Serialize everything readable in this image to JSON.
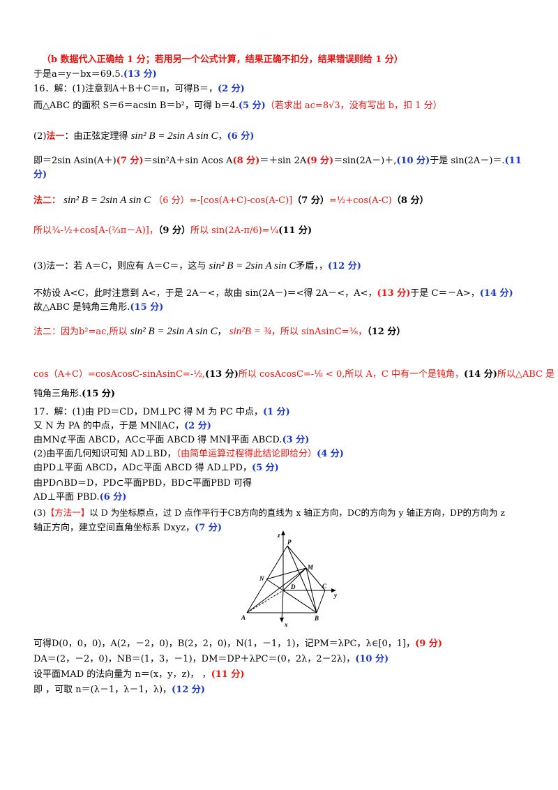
{
  "lines": {
    "l1": "（b  数据代入正确给 1 分；若用另一个公式计算，结果正确不扣分，结果错误则给 1 分）",
    "l2_text": "于是a＝y－bx＝69.5.",
    "l2_score": "(13 分)",
    "l3_text": "16．解：(1)注意到A＋B＋C＝π，可得B＝，",
    "l3_score": "(2 分)",
    "l4_text": "而△ABC 的面积 S＝6＝acsin  B＝b²，可得 b＝4.",
    "l4_score": "(5 分)",
    "l4_note": "（若求出 ac=8√3，没有写出 b，扣 1 分）",
    "l5_label": "(2)",
    "l5_method": "法一",
    "l5_text": "：由正弦定理得",
    "l5_formula": "sin² B = 2sin A sin C",
    "l5_score": "(6 分)",
    "l6_a": "即＝2sin  Asin(A＋)",
    "l6_s1": "(7 分)",
    "l6_b": "＝sin²A＋sin  Acos  A",
    "l6_s2": "(8 分)",
    "l6_c": "＝＋sin  2A",
    "l6_s3": "(9 分)",
    "l6_d": "＝sin(2A－)＋,",
    "l6_s4": "(10 分)",
    "l6_e": "于是 sin(2A－)＝.",
    "l6_s5": "(11",
    "l6_s5b": "分)",
    "l8_method": "法二：",
    "l8_formula": "sin² B = 2sin A sin C",
    "l8_a": "（6 分）=-[cos(A+C)-cos(A-C)]",
    "l8_s1": "（7 分）",
    "l8_b": "=½+cos(A-C)",
    "l8_s2": "（8 分）",
    "l9_a": "所以¾-½+cos[A-(⅔π－A)]，",
    "l9_s1": "（9 分）",
    "l9_b": "所以 sin(2A-π/6)=¼",
    "l9_s2": "(11 分)",
    "l10_a": "(3)法一：若 A＝C，则应有 A＝C＝，这与",
    "l10_formula": "sin² B = 2sin A sin C",
    "l10_b": "矛盾，",
    "l10_score": "(12 分)",
    "l11_a": "不妨设 A<C，此时注意到 A<，于是 2A－<，故由 sin(2A－)＝<得 2A－<，A<，",
    "l11_s1": "(13 分)",
    "l11_b": "于是 C＝－A>，",
    "l11_s2": "(14 分)",
    "l12_a": "故△ABC 是钝角三角形.",
    "l12_s": "(15 分)",
    "l13_a": "法二：因为b²=ac,所以",
    "l13_formula": "sin² B = 2sin A sin C",
    "l13_b": "sin²B = ¾",
    "l13_c": "，所以 sinAsinC=⅜，",
    "l13_s": "（12 分）",
    "l14_a": "cos（A+C）=cosAcosC-sinAsinC=-½,",
    "l14_s1": "(13 分)",
    "l14_b": "所以 cosAcosC=-⅛ < 0,所以 A，C 中有一个是钝角，",
    "l14_s2": "(14 分)",
    "l14_c": "所以△ABC 是",
    "l15_a": "钝角三角形.",
    "l15_s": "(15 分)",
    "l16_a": "17．解：(1)由 PD＝CD，DM⊥PC 得 M 为 PC 中点，",
    "l16_s": "(1 分)",
    "l17_a": "又 N 为 PA 的中点，于是 MN∥AC，",
    "l17_s": "(2 分)",
    "l18_a": "由MN⊄平面 ABCD，AC⊂平面 ABCD 得 MN∥平面 ABCD.",
    "l18_s": "(3 分)",
    "l19_a": "(2)由平面几何知识可知 AD⊥BD，",
    "l19_note": "（由简单运算过程得此结论即给分）",
    "l19_s": "(4 分)",
    "l20_a": "由PD⊥平面 ABCD，AD⊂平面 ABCD 得 AD⊥PD，",
    "l20_s": "(5 分)",
    "l21_a": "由PD∩BD＝D，PD⊂平面PBD，BD⊂平面PBD 可得",
    "l22_a": "AD⊥平面 PBD.",
    "l22_s": "(6 分)",
    "l23_label": "(3)",
    "l23_method": "【方法一】",
    "l23_a": "以 D 为坐标原点，过 D 点作平行于CB方向的直线为 x 轴正方向，DC的方向为 y 轴正方向，DP的方向为 z",
    "l24_a": "轴正方向，建立空间直角坐标系 Dxyz，",
    "l24_s": "(7 分)",
    "l25_a": "可得D(0，0，0)，A(2，－2，0)，B(2，2，0)，N(1，－1，1)，记PM＝λPC，λ∈[0，1]，",
    "l25_s": "(9 分)",
    "l26_a": "DA＝(2，－2，0)，NB＝(1，3，－1)，DM＝DP＋λPC＝(0，2λ，2－2λ)，",
    "l26_s": "(10 分)",
    "l27_a": "设平面MAD 的法向量为 n＝(x，y，z)，  ，",
    "l27_s": "(11 分)",
    "l28_a": "即 ，可取 n＝(λ－1，λ－1，λ)，",
    "l28_s": "(12 分)"
  },
  "figure": {
    "labels": {
      "z": "z",
      "P": "P",
      "M": "M",
      "N": "N",
      "D": "D",
      "C": "C",
      "y": "y",
      "A": "A",
      "B": "B",
      "x": "x"
    }
  }
}
